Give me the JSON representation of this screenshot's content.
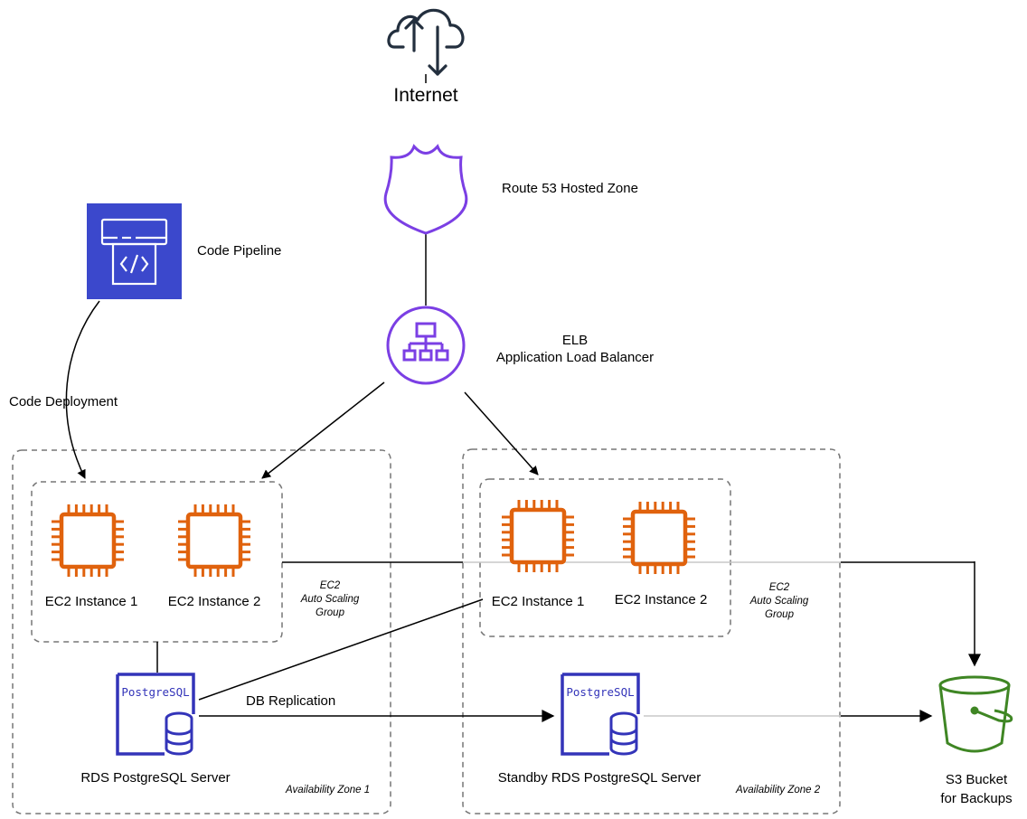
{
  "internet": {
    "label": "Internet"
  },
  "route53": {
    "label": "Route 53 Hosted Zone"
  },
  "elb": {
    "line1": "ELB",
    "line2": "Application Load Balancer"
  },
  "pipeline": {
    "label": "Code Pipeline"
  },
  "code_deployment": {
    "label": "Code Deployment"
  },
  "zone1": {
    "label": "Availability Zone 1",
    "asg": {
      "line1": "EC2",
      "line2": "Auto Scaling",
      "line3": "Group"
    },
    "instances": [
      "EC2 Instance 1",
      "EC2 Instance 2"
    ],
    "db": {
      "label": "RDS PostgreSQL Server",
      "badge": "PostgreSQL"
    }
  },
  "zone2": {
    "label": "Availability Zone 2",
    "asg": {
      "line1": "EC2",
      "line2": "Auto Scaling",
      "line3": "Group"
    },
    "instances": [
      "EC2 Instance 1",
      "EC2 Instance 2"
    ],
    "db": {
      "label": "Standby RDS PostgreSQL Server",
      "badge": "PostgreSQL"
    }
  },
  "replication": {
    "label": "DB Replication"
  },
  "s3": {
    "line1": "S3 Bucket",
    "line2": "for Backups"
  },
  "colors": {
    "ec2": "#e0620d",
    "purple": "#7b3fe4",
    "pipeline": "#3b48cc",
    "postgres": "#3334b9",
    "s3": "#3f8624",
    "dash": "#777777",
    "gray_line": "#c8c8c8"
  }
}
